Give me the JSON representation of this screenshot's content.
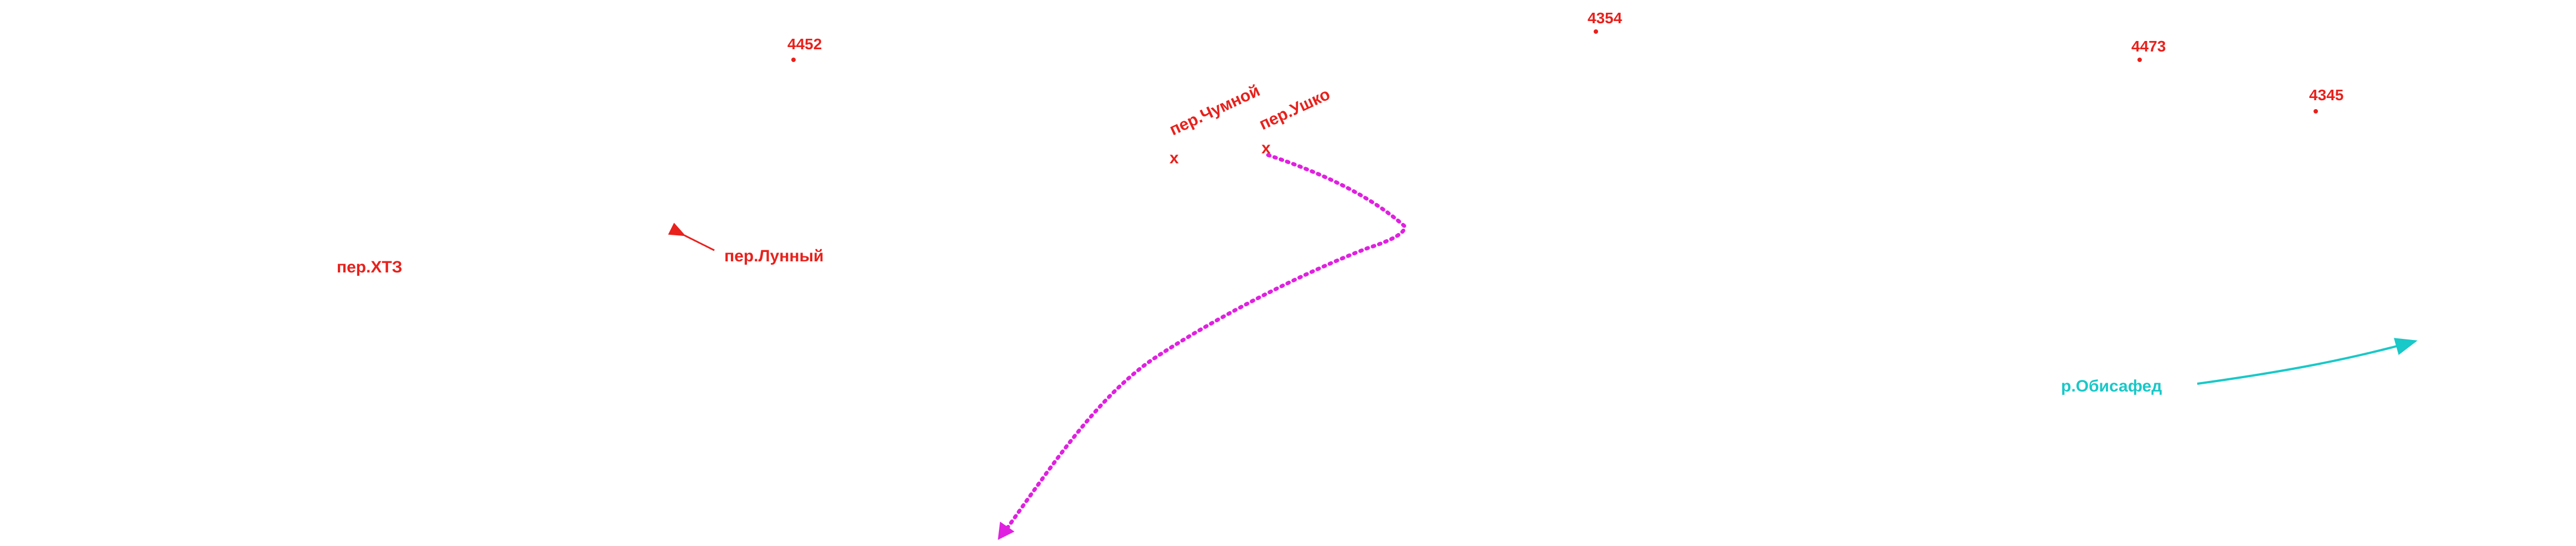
{
  "colors": {
    "label": "#e8211c",
    "route": "#e020e0",
    "river": "#19c8c8"
  },
  "peaks": [
    {
      "height": "4452"
    },
    {
      "height": "4354"
    },
    {
      "height": "4473"
    },
    {
      "height": "4345"
    }
  ],
  "passes": [
    {
      "name": "пер.ХТЗ"
    },
    {
      "name": "пер.Лунный"
    },
    {
      "name": "пер.Чумной",
      "marker": "x"
    },
    {
      "name": "пер.Ушко",
      "marker": "x"
    }
  ],
  "river": {
    "name": "р.Обисафед"
  }
}
